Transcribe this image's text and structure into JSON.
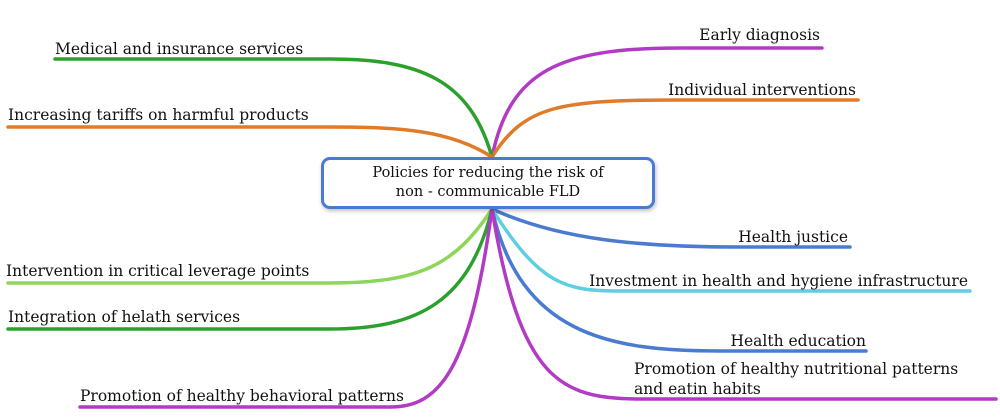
{
  "central_topic": {
    "line1": "Policies for reducing the risk of",
    "line2": "non - communicable FLD"
  },
  "branches": [
    {
      "id": "early-diagnosis",
      "label": "Early diagnosis",
      "color": "#b23bc4"
    },
    {
      "id": "individual-interventions",
      "label": "Individual interventions",
      "color": "#e07b2a"
    },
    {
      "id": "health-justice",
      "label": "Health justice",
      "color": "#4a7bd0"
    },
    {
      "id": "investment-infrastructure",
      "label": "Investment in health and hygiene infrastructure",
      "color": "#5ccfe0"
    },
    {
      "id": "health-education",
      "label": "Health education",
      "color": "#4a7bd0"
    },
    {
      "id": "nutritional-patterns",
      "label_line1": "Promotion of healthy nutritional patterns",
      "label_line2": "and eatin habits",
      "color": "#b23bc4"
    },
    {
      "id": "medical-insurance",
      "label": "Medical and insurance services",
      "color": "#2ca02c"
    },
    {
      "id": "increasing-tariffs",
      "label": "Increasing tariffs on harmful products",
      "color": "#e07b2a"
    },
    {
      "id": "critical-leverage",
      "label": "Intervention in critical leverage points",
      "color": "#8ed65a"
    },
    {
      "id": "integration-services",
      "label": "Integration of helath services",
      "color": "#2ca02c"
    },
    {
      "id": "behavioral-patterns",
      "label": "Promotion of healthy behavioral patterns",
      "color": "#b23bc4"
    }
  ]
}
